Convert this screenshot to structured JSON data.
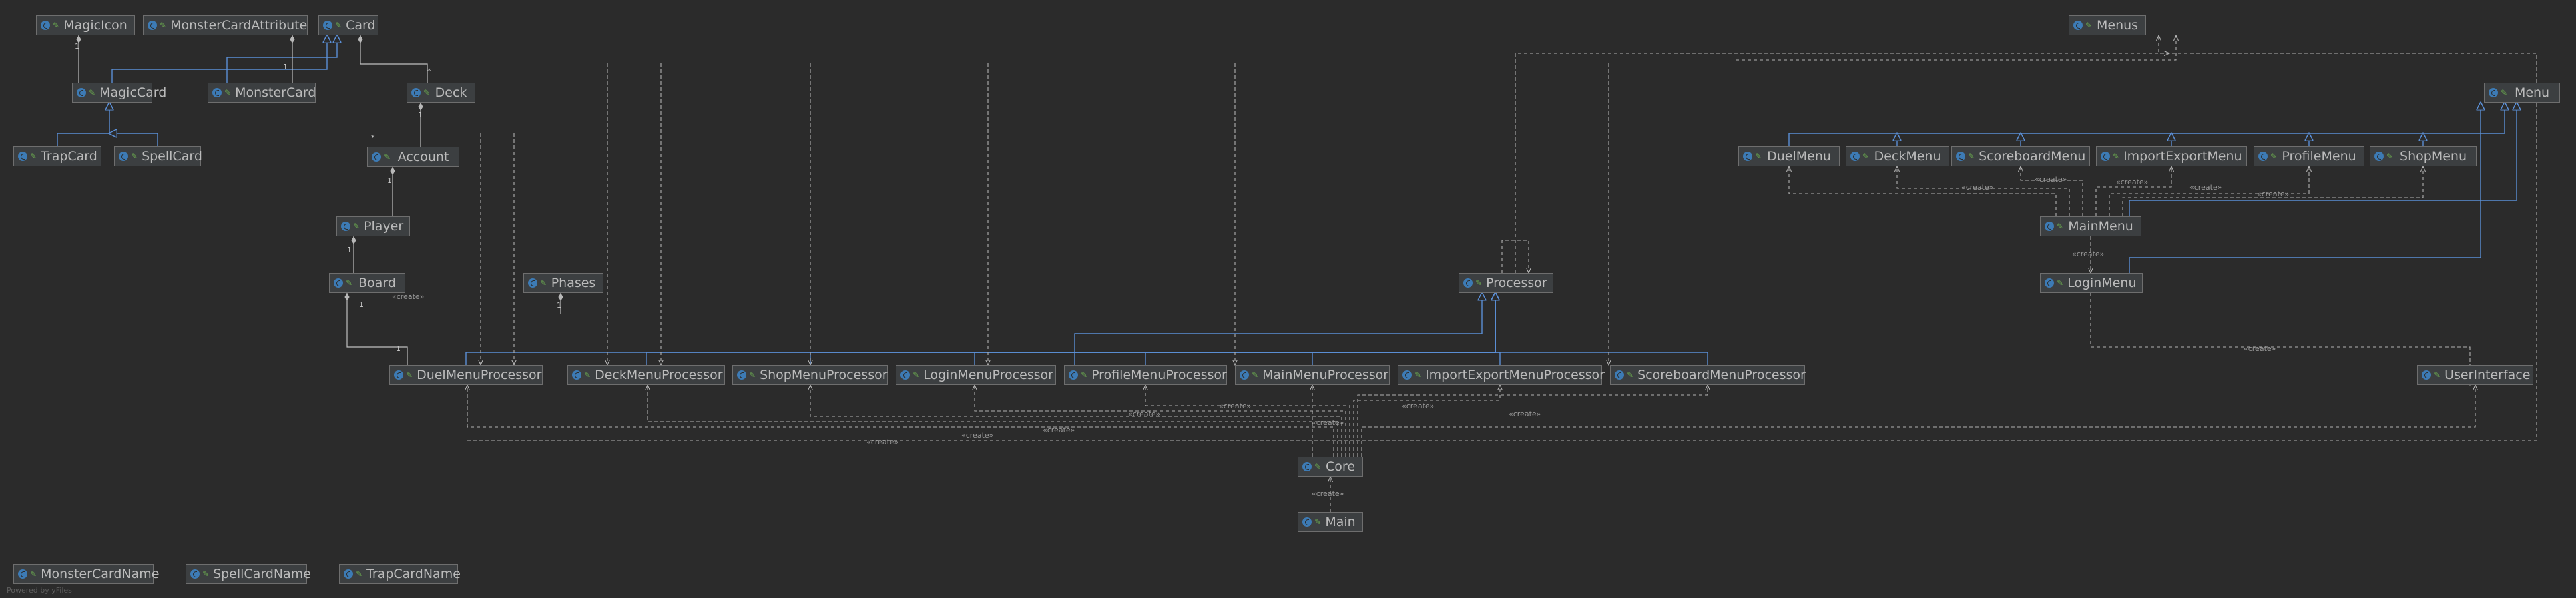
{
  "nodes": [
    {
      "id": "MagicIcon",
      "label": "MagicIcon"
    },
    {
      "id": "MonsterCardAttribute",
      "label": "MonsterCardAttribute"
    },
    {
      "id": "Card",
      "label": "Card"
    },
    {
      "id": "MagicCard",
      "label": "MagicCard"
    },
    {
      "id": "MonsterCard",
      "label": "MonsterCard"
    },
    {
      "id": "TrapCard",
      "label": "TrapCard"
    },
    {
      "id": "SpellCard",
      "label": "SpellCard"
    },
    {
      "id": "Deck",
      "label": "Deck"
    },
    {
      "id": "Account",
      "label": "Account"
    },
    {
      "id": "Player",
      "label": "Player"
    },
    {
      "id": "Board",
      "label": "Board"
    },
    {
      "id": "Phases",
      "label": "Phases"
    },
    {
      "id": "Processor",
      "label": "Processor"
    },
    {
      "id": "DuelMenuProcessor",
      "label": "DuelMenuProcessor"
    },
    {
      "id": "DeckMenuProcessor",
      "label": "DeckMenuProcessor"
    },
    {
      "id": "ShopMenuProcessor",
      "label": "ShopMenuProcessor"
    },
    {
      "id": "LoginMenuProcessor",
      "label": "LoginMenuProcessor"
    },
    {
      "id": "ProfileMenuProcessor",
      "label": "ProfileMenuProcessor"
    },
    {
      "id": "MainMenuProcessor",
      "label": "MainMenuProcessor"
    },
    {
      "id": "ImportExportMenuProcessor",
      "label": "ImportExportMenuProcessor"
    },
    {
      "id": "ScoreboardMenuProcessor",
      "label": "ScoreboardMenuProcessor"
    },
    {
      "id": "Core",
      "label": "Core"
    },
    {
      "id": "Main",
      "label": "Main"
    },
    {
      "id": "Menus",
      "label": "Menus"
    },
    {
      "id": "Menu",
      "label": "Menu"
    },
    {
      "id": "DuelMenu",
      "label": "DuelMenu"
    },
    {
      "id": "DeckMenu",
      "label": "DeckMenu"
    },
    {
      "id": "ScoreboardMenu",
      "label": "ScoreboardMenu"
    },
    {
      "id": "ImportExportMenu",
      "label": "ImportExportMenu"
    },
    {
      "id": "ProfileMenu",
      "label": "ProfileMenu"
    },
    {
      "id": "ShopMenu",
      "label": "ShopMenu"
    },
    {
      "id": "MainMenu",
      "label": "MainMenu"
    },
    {
      "id": "LoginMenu",
      "label": "LoginMenu"
    },
    {
      "id": "UserInterface",
      "label": "UserInterface"
    },
    {
      "id": "MonsterCardName",
      "label": "MonsterCardName"
    },
    {
      "id": "SpellCardName",
      "label": "SpellCardName"
    },
    {
      "id": "TrapCardName",
      "label": "TrapCardName"
    }
  ],
  "create_label": "«create»",
  "multiplicity_1": "1",
  "multiplicity_many": "*",
  "footer_text": "Powered by yFiles",
  "colors": {
    "background": "#2b2b2b",
    "node": "#3c3f41",
    "node_border": "#6e6e6e",
    "class_icon": "#3d7bb5",
    "inherit": "#5b8fd6",
    "dependency": "#b8b8b8",
    "label": "#9a9a9a"
  }
}
